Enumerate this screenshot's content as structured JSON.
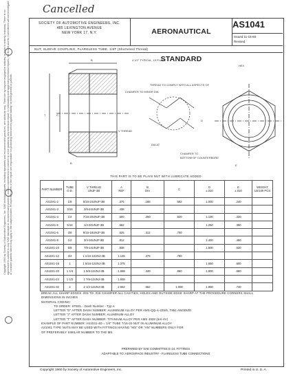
{
  "annotation": "Cancelled",
  "side_note": "Copyright 1960 by Society of Automotive Engineers, Inc. SAE technical reports, including standards and recommended practices, are advisory only. Their use by anyone engaged in industry or trade is entirely voluntary. There is no agreement to adhere to any SAE standard or recommended practice, and no commitment to conform to or be guided by any technical report. In formulating and approving technical reports, the Board and its Committees will not investigate or consider patents which may apply to the subject matter. Prospective users of the report are responsible for protecting themselves against liability for infringement of patents.",
  "header": {
    "society": [
      "SOCIETY OF AUTOMOTIVE ENGINEERS, INC.",
      "485 LEXINGTON AVENUE",
      "NEW YORK 17, N.Y."
    ],
    "title": "AERONAUTICAL STANDARD",
    "number": "AS1041",
    "issued": "Issued 11-15-60",
    "revised": "Revised"
  },
  "subtitle": "NUT, SLEEVE COUPLING, FLARELESS TUBE, 1/8T (Shortened Thread)",
  "drawing": {
    "notes": [
      "4 1/2° TYPICAL, 15 PLACE",
      "THREAD TO COMPLY WITH ALL ASPECTS OF",
      "CHAMFER TO MINOR DIA",
      "HEX",
      "DIA AT",
      "CHAMFER TO",
      "BOTTOM OF COUNTERBORE"
    ],
    "dim_labels": [
      "T",
      "B",
      "B",
      "C",
      "D",
      "E",
      "V THREAD"
    ]
  },
  "table": {
    "caption": "THIS PART IS TO BE PLAIN NUT WITH LUBRICATE ADDED",
    "headers": [
      "PART NUMBER",
      "TUBE O.D.",
      "V THREAD",
      "A",
      "B",
      "C",
      "D",
      "E",
      "WEIGHT"
    ],
    "subheaders": [
      "",
      "",
      "UNJF-3B",
      "REF",
      "DIA",
      "",
      "±.010",
      "±.010",
      "LB/100 PCS"
    ],
    "rows": [
      [
        "AS1041-2",
        "1/8",
        "5/16-24UNJF-3B",
        ".375",
        "",
        "",
        "",
        "",
        ""
      ],
      [
        "AS1041-3",
        "3/16",
        "3/8-24UNJF-3B",
        ".438",
        "",
        "",
        "",
        "",
        ""
      ],
      [
        "AS1041-4",
        "1/4",
        "7/16-20UNJF-3B",
        ".500",
        "",
        "",
        "",
        "",
        ""
      ],
      [
        "AS1041-5",
        "5/16",
        "1/2-20UNJF-3B",
        ".562",
        "",
        "",
        "",
        "",
        ""
      ],
      [
        "AS1041-6",
        "3/8",
        "9/16-18UNJF-3B",
        ".625",
        "",
        "",
        "",
        "",
        ""
      ],
      [
        "AS1041-8",
        "1/2",
        "3/4-16UNJF-3B",
        ".812",
        "",
        "",
        "",
        "",
        ""
      ],
      [
        "AS1041-10",
        "5/8",
        "7/8-14UNJF-3B",
        ".938",
        "",
        "",
        "",
        "",
        ""
      ],
      [
        "AS1041-12",
        "3/4",
        "1 1/16-12UNJ-3B",
        "1.125",
        "",
        "",
        "",
        "",
        ""
      ],
      [
        "AS1041-16",
        "1",
        "1 5/16-12UNJ-3B",
        "1.375",
        "",
        "",
        "",
        "",
        ""
      ],
      [
        "AS1041-20",
        "1 1/4",
        "1 5/8-12UNJ-3B",
        "1.688",
        "",
        "",
        "",
        "",
        ""
      ],
      [
        "AS1041-24",
        "1 1/2",
        "1 7/8-12UNJ-3B",
        "1.938",
        "",
        "",
        "",
        "",
        ""
      ],
      [
        "AS1041-32",
        "2",
        "2 1/2-12UNJ-3B",
        "2.562",
        "",
        "",
        "",
        "",
        ""
      ]
    ],
    "col_values": {
      "b": [
        ".188",
        ".250",
        ".312",
        ".375",
        ".440",
        ".562"
      ],
      "c": [
        ".562",
        ".620",
        ".700",
        ".780",
        ".860",
        "1.000"
      ],
      "d": [
        "1.000",
        "1.100",
        "1.250",
        "1.400",
        "1.500",
        "1.650",
        "1.800",
        "1.950"
      ],
      "e": [
        ".240",
        ".320",
        ".390",
        ".460",
        ".530",
        ".600",
        ".680",
        ".740"
      ]
    }
  },
  "notes": [
    "BREAK ALL SHARP EDGES .003 TO .015 CHAMFER ALL CAVITIES, HOLES AND OUTSIDE EDGE SHARP AT THE PROCEDURE CORNERS SHALL",
    "DIMENSIONS IN INCHES",
    "MATERIAL CODING:",
    "TO ORDER: STEEL - Dash Number - Typ A",
    "LETTER \"D\" AFTER DASH NUMBER: ALUMINUM ALLOY PER AMS-QQ-A-225/6, T851 ANODIZE",
    "LETTER \"J\" AFTER DASH NUMBER: ALUMINUM ALLOY",
    "LETTER \"T\" AFTER DASH NUMBER: TITANIUM ALLOY PER AMS 4928 (6Al-4V)",
    "EXAMPLE OF PART NUMBER: AS1041-4D = 1/4\" TUBE 7/16-20 NUT IN ALUMINUM ALLOY",
    "AS1041 TYPE NUTS MAY BE USED WITH FITTINGS HAVING \"MS\" OR \"AN\" NUMBERS ONLY FOR",
    "OF PREFERABLY SIMILAR NUMBER TO THE MS."
  ],
  "footer": {
    "prepared": "PREPARED BY SAE COMMITTEE E-24, FITTINGS",
    "applicable": "ADAPTABLE TO: AEROSPACE INDUSTRY - FLARELESS TUBE CONNECTIONS",
    "copyright": "Copyright 1960 by Society of Automotive Engineers, Inc.",
    "printed": "Printed in U. S. A."
  }
}
